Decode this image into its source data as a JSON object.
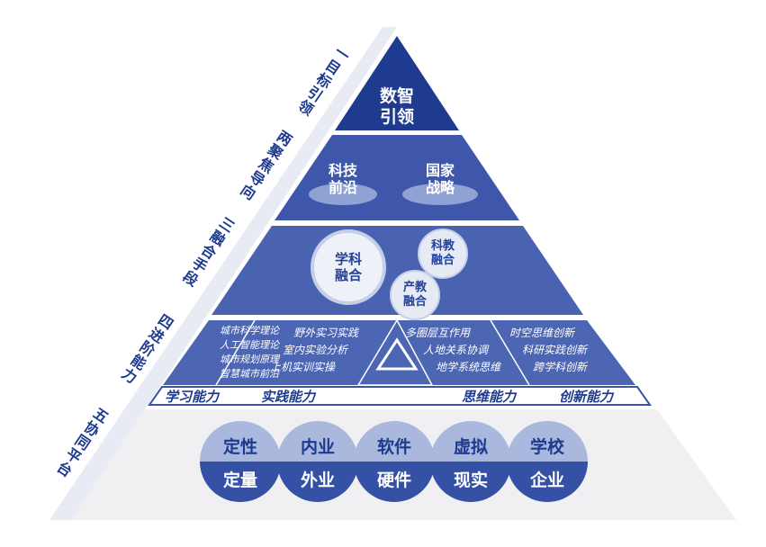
{
  "side_labels": [
    "一目标引领",
    "两聚焦导向",
    "三融合手段",
    "四进阶能力",
    "五协同平台"
  ],
  "tier1": {
    "line1": "数智",
    "line2": "引领"
  },
  "tier2": [
    {
      "line1": "科技",
      "line2": "前沿"
    },
    {
      "line1": "国家",
      "line2": "战略"
    }
  ],
  "tier3": [
    {
      "line1": "学科",
      "line2": "融合"
    },
    {
      "line1": "科教",
      "line2": "融合"
    },
    {
      "line1": "产教",
      "line2": "融合"
    }
  ],
  "tier4": {
    "learning": [
      "城市科学理论",
      "人工智能理论",
      "城市规划原理",
      "智慧城市前沿"
    ],
    "practice": [
      "野外实习实践",
      "室内实验分析",
      "上机实训实操"
    ],
    "thinking": [
      "多圈层互作用",
      "人地关系协调",
      "地学系统思维"
    ],
    "innovation": [
      "时空思维创新",
      "科研实践创新",
      "跨学科创新"
    ],
    "captions": [
      "学习能力",
      "实践能力",
      "思维能力",
      "创新能力"
    ]
  },
  "tier5": [
    {
      "top": "定性",
      "bottom": "定量"
    },
    {
      "top": "内业",
      "bottom": "外业"
    },
    {
      "top": "软件",
      "bottom": "硬件"
    },
    {
      "top": "虚拟",
      "bottom": "现实"
    },
    {
      "top": "学校",
      "bottom": "企业"
    }
  ],
  "colors": {
    "navy": "#1d3a8f",
    "tier2": "#3f57aa",
    "tier3": "#4a63b1",
    "light": "#a9b8dc",
    "base": "#f0f0f2"
  }
}
